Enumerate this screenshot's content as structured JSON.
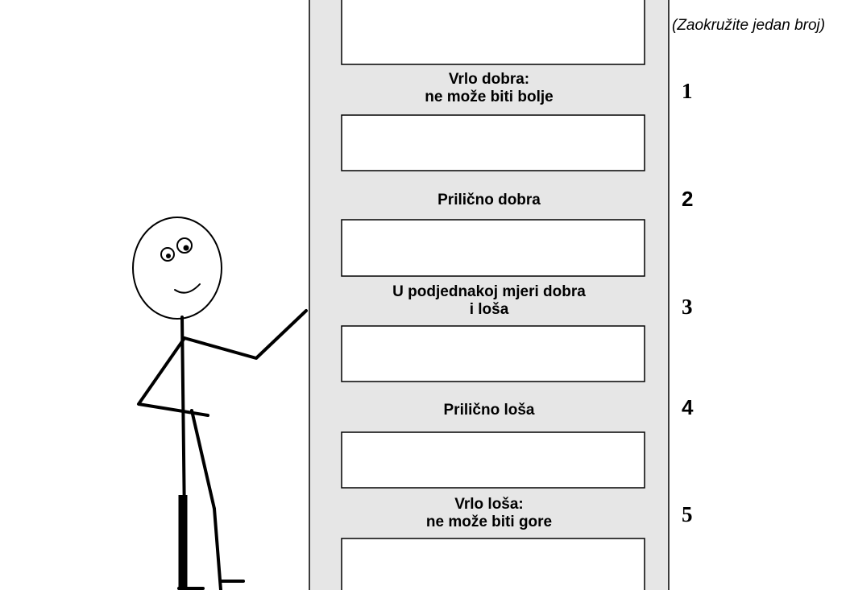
{
  "instruction": "(Zaokružite jedan broj)",
  "rungs": [
    {
      "number": "1",
      "label_line1": "Vrlo dobra:",
      "label_line2": "ne može biti bolje"
    },
    {
      "number": "2",
      "label_line1": "Prilično dobra",
      "label_line2": ""
    },
    {
      "number": "3",
      "label_line1": "U podjednakoj mjeri dobra",
      "label_line2": "i loša"
    },
    {
      "number": "4",
      "label_line1": "Prilično loša",
      "label_line2": ""
    },
    {
      "number": "5",
      "label_line1": "Vrlo loša:",
      "label_line2": "ne može biti gore"
    }
  ],
  "colors": {
    "ladder_fill": "#e6e6e6",
    "line": "#000000"
  },
  "icons": [
    "stick-figure-icon"
  ]
}
